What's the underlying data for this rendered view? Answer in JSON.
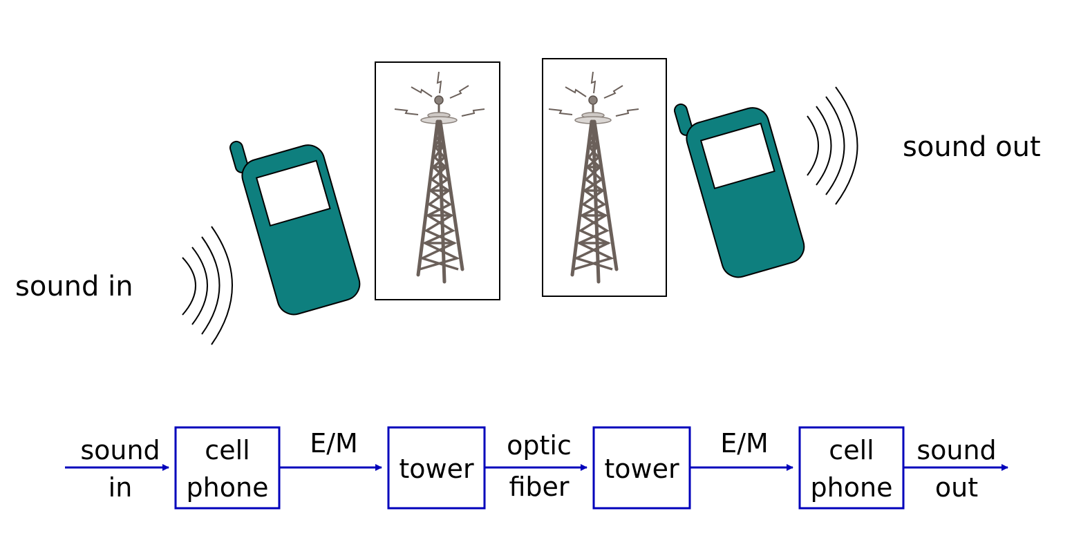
{
  "illustration": {
    "sound_in": "sound in",
    "sound_out": "sound out",
    "phone_color": "#0e7f7e",
    "tower_color": "#6b605a"
  },
  "flow": {
    "color": "#0000bb",
    "input": [
      "sound",
      "in"
    ],
    "blocks": [
      {
        "lines": [
          "cell",
          "phone"
        ]
      },
      {
        "lines": [
          "tower"
        ]
      },
      {
        "lines": [
          "tower"
        ]
      },
      {
        "lines": [
          "cell",
          "phone"
        ]
      }
    ],
    "links": [
      {
        "lines": [
          "E/M"
        ]
      },
      {
        "lines": [
          "optic",
          "fiber"
        ]
      },
      {
        "lines": [
          "E/M"
        ]
      }
    ],
    "output": [
      "sound",
      "out"
    ]
  }
}
